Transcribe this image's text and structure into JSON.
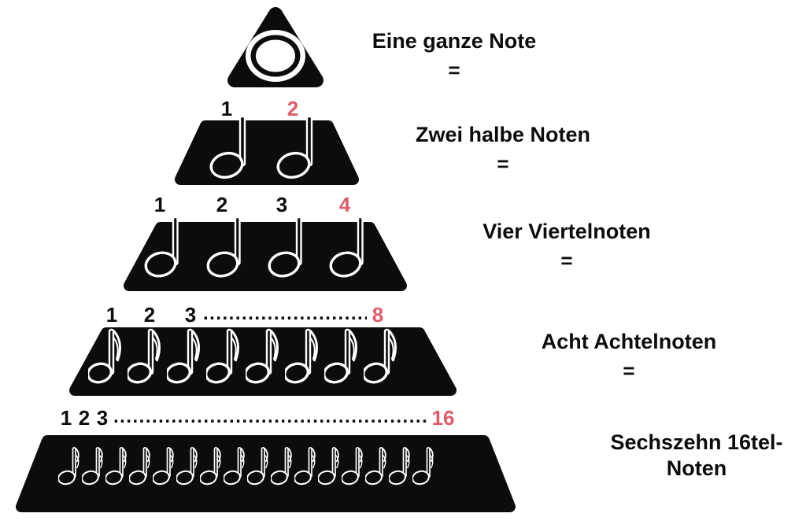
{
  "colors": {
    "ink": "#0c0c0c",
    "accent_red": "#e05c68",
    "note_outline": "#ffffff",
    "background": "#ffffff"
  },
  "levels": [
    {
      "title": "Eine ganze Note",
      "title_line2": "",
      "equals": "=",
      "note_type": "whole",
      "note_count": 1,
      "counts": []
    },
    {
      "title": "Zwei halbe Noten",
      "title_line2": "",
      "equals": "=",
      "note_type": "half",
      "note_count": 2,
      "counts": [
        {
          "text": "1"
        },
        {
          "text": "2",
          "red": true
        }
      ]
    },
    {
      "title": "Vier Viertelnoten",
      "title_line2": "",
      "equals": "=",
      "note_type": "quarter",
      "note_count": 4,
      "counts": [
        {
          "text": "1"
        },
        {
          "text": "2"
        },
        {
          "text": "3"
        },
        {
          "text": "4",
          "red": true
        }
      ]
    },
    {
      "title": "Acht Achtelnoten",
      "title_line2": "",
      "equals": "=",
      "note_type": "eighth",
      "note_count": 8,
      "counts": [
        {
          "text": "1"
        },
        {
          "text": "2"
        },
        {
          "text": "3"
        },
        {
          "text": "....................................",
          "dots": true
        },
        {
          "text": "8",
          "red": true
        }
      ]
    },
    {
      "title": "Sechszehn 16tel-",
      "title_line2": "Noten",
      "equals": "",
      "note_type": "sixteenth",
      "note_count": 16,
      "counts": [
        {
          "text": "1"
        },
        {
          "text": "2"
        },
        {
          "text": "3"
        },
        {
          "text": "...............................................................",
          "dots": true
        },
        {
          "text": "16",
          "red": true
        }
      ]
    }
  ]
}
